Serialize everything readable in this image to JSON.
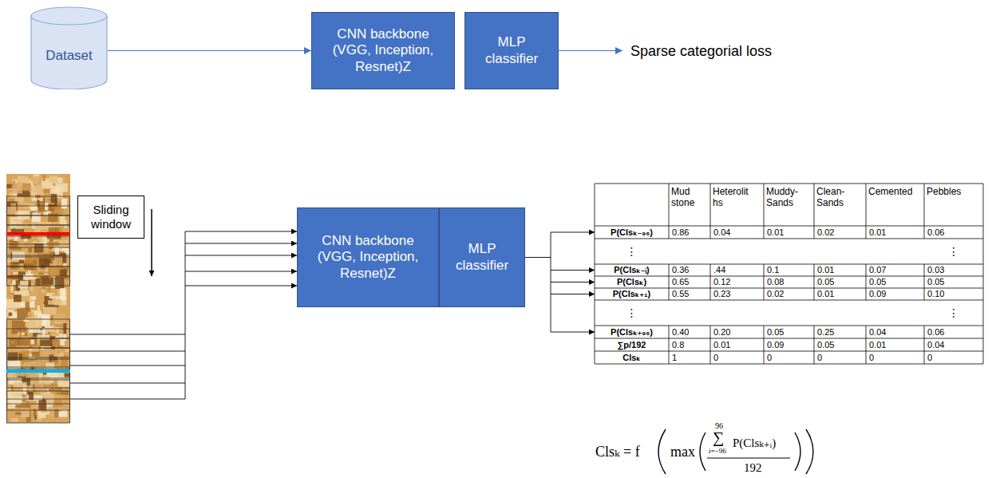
{
  "diagram": {
    "nodes": [
      {
        "text": [
          "Dataset"
        ]
      },
      {
        "text": [
          "CNN backbone (VGG, Inception, Resnet)Z"
        ]
      },
      {
        "text": [
          "MLP classifier"
        ]
      },
      {
        "text": [
          "Sliding window"
        ]
      },
      {
        "text": [
          "CNN backbone (VGG, Inception, Resnet)Z"
        ]
      },
      {
        "text": [
          "MLP classifier"
        ]
      }
    ],
    "edges": [
      {
        "from": 0,
        "to": 1,
        "arrow": "to"
      }
    ],
    "labels": [
      "Sparse categorial loss",
      "Mud stone",
      "Heterolit hs",
      "Muddy- Sands",
      "Clean- Sands",
      "Cemented",
      "Pebbles",
      "P(Clsₖ₋₉₆)",
      "0.86",
      "0.04",
      "0.01",
      "0.02",
      "0.01",
      "0.06",
      "⋮",
      "⋮",
      "P(Clsₖ₋ᵢ)",
      "0.36",
      ".44",
      "0.1",
      "0.01",
      "0.07",
      "0.03",
      "P(Clsₖ)",
      "0.65",
      "0.12",
      "0.08",
      "0.05",
      "0.05",
      "0.05",
      "P(Clsₖ₊₁)",
      "0.55",
      "0.23",
      "0.02",
      "0.01",
      "0.09",
      "0.10",
      "⋮",
      "⋮",
      "P(Clsₖ₊₉₆)",
      "0.40",
      "0.20",
      "0.05",
      "0.25",
      "0.04",
      "0.06",
      "∑p/192",
      "0.8",
      "0.01",
      "0.09",
      "0.05",
      "0.01",
      "0.04",
      "Clsₖ",
      "1",
      "0",
      "0",
      "0",
      "0",
      "0",
      "Clsₖ = f",
      "max",
      "∑",
      "96",
      "i=−96",
      "P(Clsₖ₊ᵢ)",
      "192"
    ]
  }
}
